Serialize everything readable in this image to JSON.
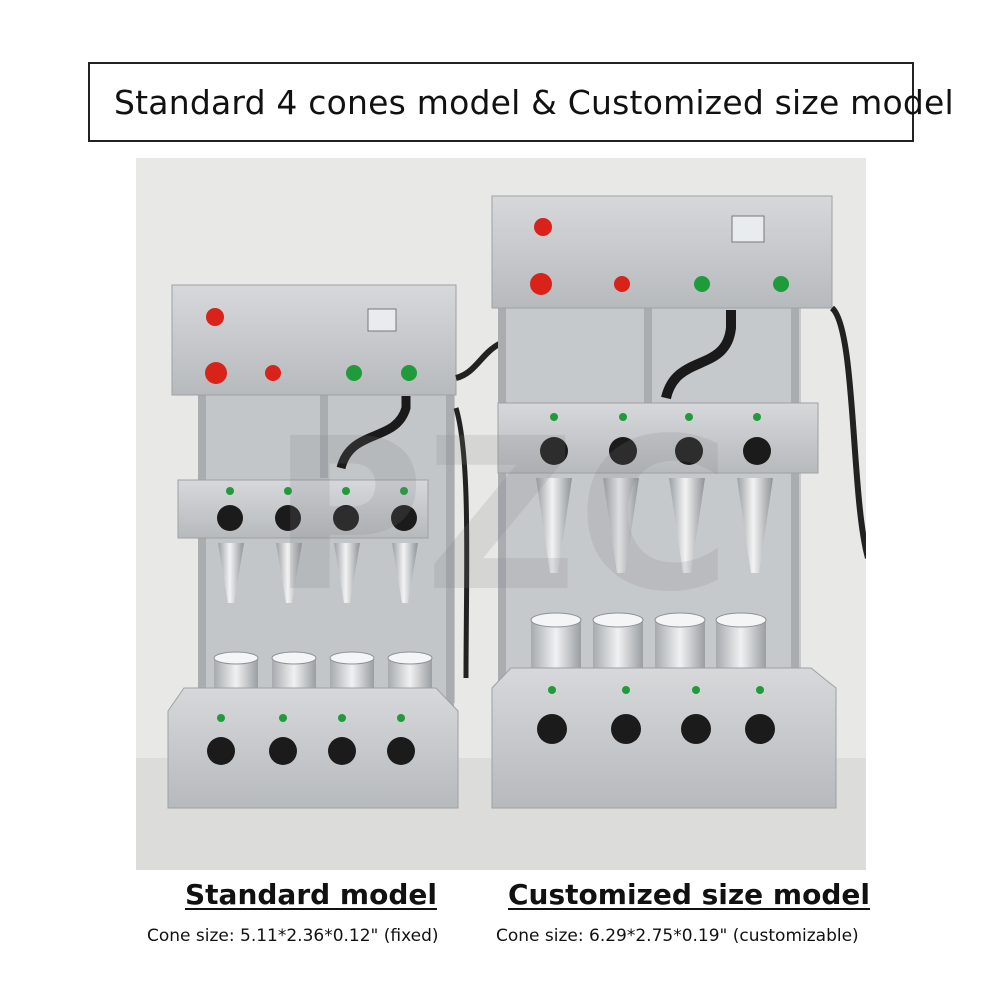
{
  "header": {
    "title": "Standard 4 cones model & Customized size model"
  },
  "photo": {
    "watermark": "PZC",
    "colors": {
      "steel": "#c9ccce",
      "steel_dark": "#9ea2a5",
      "red_button": "#d8221a",
      "green_button": "#1f9b3a",
      "knob": "#1b1b1b",
      "background": "#e9e9e7"
    }
  },
  "captions": {
    "standard": {
      "heading": "Standard model",
      "detail": "Cone size: 5.11*2.36*0.12\" (fixed)"
    },
    "customized": {
      "heading": "Customized size model",
      "detail": "Cone size: 6.29*2.75*0.19\" (customizable)"
    }
  }
}
